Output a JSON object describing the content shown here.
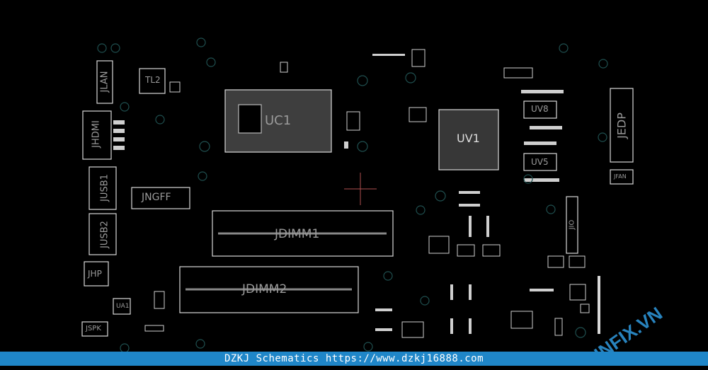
{
  "viewer": {
    "background": "#000000",
    "trace_color": "#d9d9d9",
    "hole_color": "#1f4f4f",
    "cursor_color": "#b05050"
  },
  "components": {
    "UC1": "UC1",
    "UV1": "UV1",
    "UV8": "UV8",
    "UV5": "UV5",
    "JDIMM1": "JDIMM1",
    "JDIMM2": "JDIMM2",
    "JNGFF": "JNGFF",
    "JHDMI": "JHDMI",
    "JLAN": "JLAN",
    "JUSB1": "JUSB1",
    "JUSB2": "JUSB2",
    "JHP": "JHP",
    "JSPK": "JSPK",
    "JEDP": "JEDP",
    "JFAN": "JFAN",
    "TL2": "TL2",
    "UA1": "UA1",
    "JIO": "JIO"
  },
  "footer": {
    "text": "DZKJ Schematics https://www.dzkj16888.com",
    "background": "#1f86c8"
  },
  "watermark": {
    "text": "HNFIX.VN",
    "color": "#2f9be0"
  }
}
